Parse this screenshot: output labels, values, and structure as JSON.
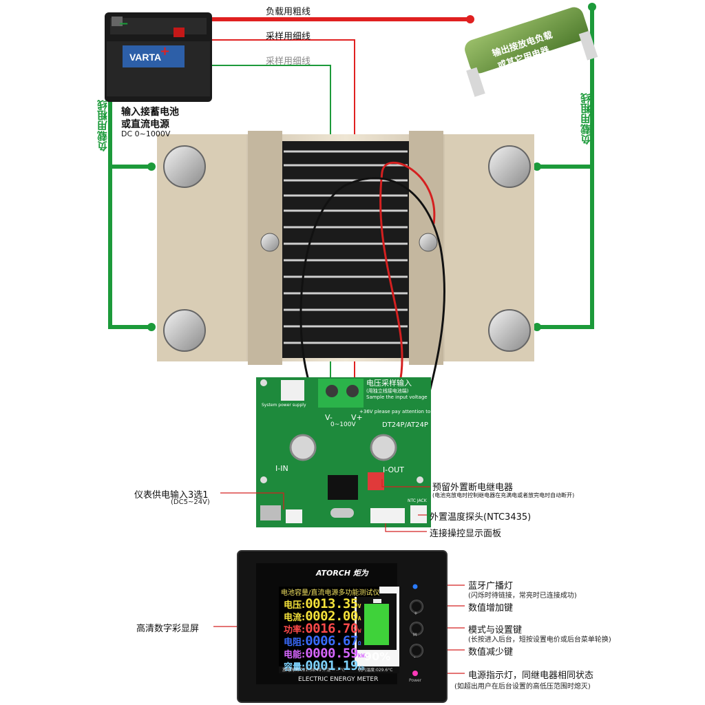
{
  "battery": {
    "brand": "VARTA",
    "label_line1": "输入接蓄电池",
    "label_line2": "或直流电源",
    "spec": "DC 0~1000V"
  },
  "wires": {
    "top_thick": "负载用粗线",
    "sample_red": "采样用细线",
    "sample_green": "采样用细线",
    "left_load": "负载用粗线",
    "right_load": "负载用粗线"
  },
  "load": {
    "label_line1": "输出接放电负载",
    "label_line2": "或其它用电器"
  },
  "pcb": {
    "voltage_input": "电压采样输入",
    "voltage_note": "(用独立线接电池端)",
    "voltage_en": "Sample the input voltage",
    "warn": "+36V please pay attention to",
    "vminus": "V-",
    "vplus": "V+",
    "range": "0~100V",
    "model": "DT24P/AT24P",
    "power_note": "System power supply",
    "iin": "I-IN",
    "iout": "I-OUT",
    "ntc": "NTC JACK"
  },
  "callouts": {
    "power_input": "仪表供电输入3选1",
    "power_input_sub": "(DC5~24V)",
    "relay": "预留外置断电继电器",
    "relay_sub": "(电池充放电时控制继电器在充满电或者放完电时自动断开)",
    "temp": "外置温度探头(NTC3435)",
    "display_conn": "连接操控显示面板",
    "screen": "高清数字彩显屏",
    "bt_led": "蓝牙广播灯",
    "bt_led_sub": "(闪烁时待链接，常亮时已连接成功)",
    "plus_key": "数值增加键",
    "mode_key": "模式与设置键",
    "mode_key_sub": "(长按进入后台，短按设置电价或后台菜单轮换)",
    "minus_key": "数值减少键",
    "power_led": "电源指示灯，同继电器相同状态",
    "power_led_sub": "(如超出用户在后台设置的高低压范围时熄灭)"
  },
  "meter": {
    "brand": "ATORCH 炬为",
    "title": "电池容量/直流电源多功能测试仪",
    "rows": [
      {
        "key": "电压:",
        "value": "0013.35",
        "unit": "V",
        "color": "#f5e23a"
      },
      {
        "key": "电流:",
        "value": "0002.00",
        "unit": "A",
        "color": "#f5e23a"
      },
      {
        "key": "功率:",
        "value": "0016.70",
        "unit": "W",
        "color": "#ff4a4a"
      },
      {
        "key": "电阻:",
        "value": "0006.67",
        "unit": "Ω",
        "color": "#3a6cff"
      },
      {
        "key": "电能:",
        "value": "0000.59",
        "unit": "kWh",
        "color": "#d766ff"
      },
      {
        "key": "容量:",
        "value": "0001.19",
        "unit": "Ah",
        "color": "#7fd4ff"
      }
    ],
    "battery_percent": "90%",
    "footer_time": "放电时间:021:38:49",
    "footer_temp": "机内温度:029.6°C",
    "footer_left2": "外温 -- -- ℃",
    "panel_label": "ELECTRIC ENERGY METER",
    "plus": "+",
    "mode": "M",
    "minus": "-",
    "power": "Power"
  },
  "colors": {
    "red_wire": "#e02020",
    "green_wire": "#1c9a3a",
    "pcb": "#1e8a3c",
    "meter_bg": "#141414"
  }
}
